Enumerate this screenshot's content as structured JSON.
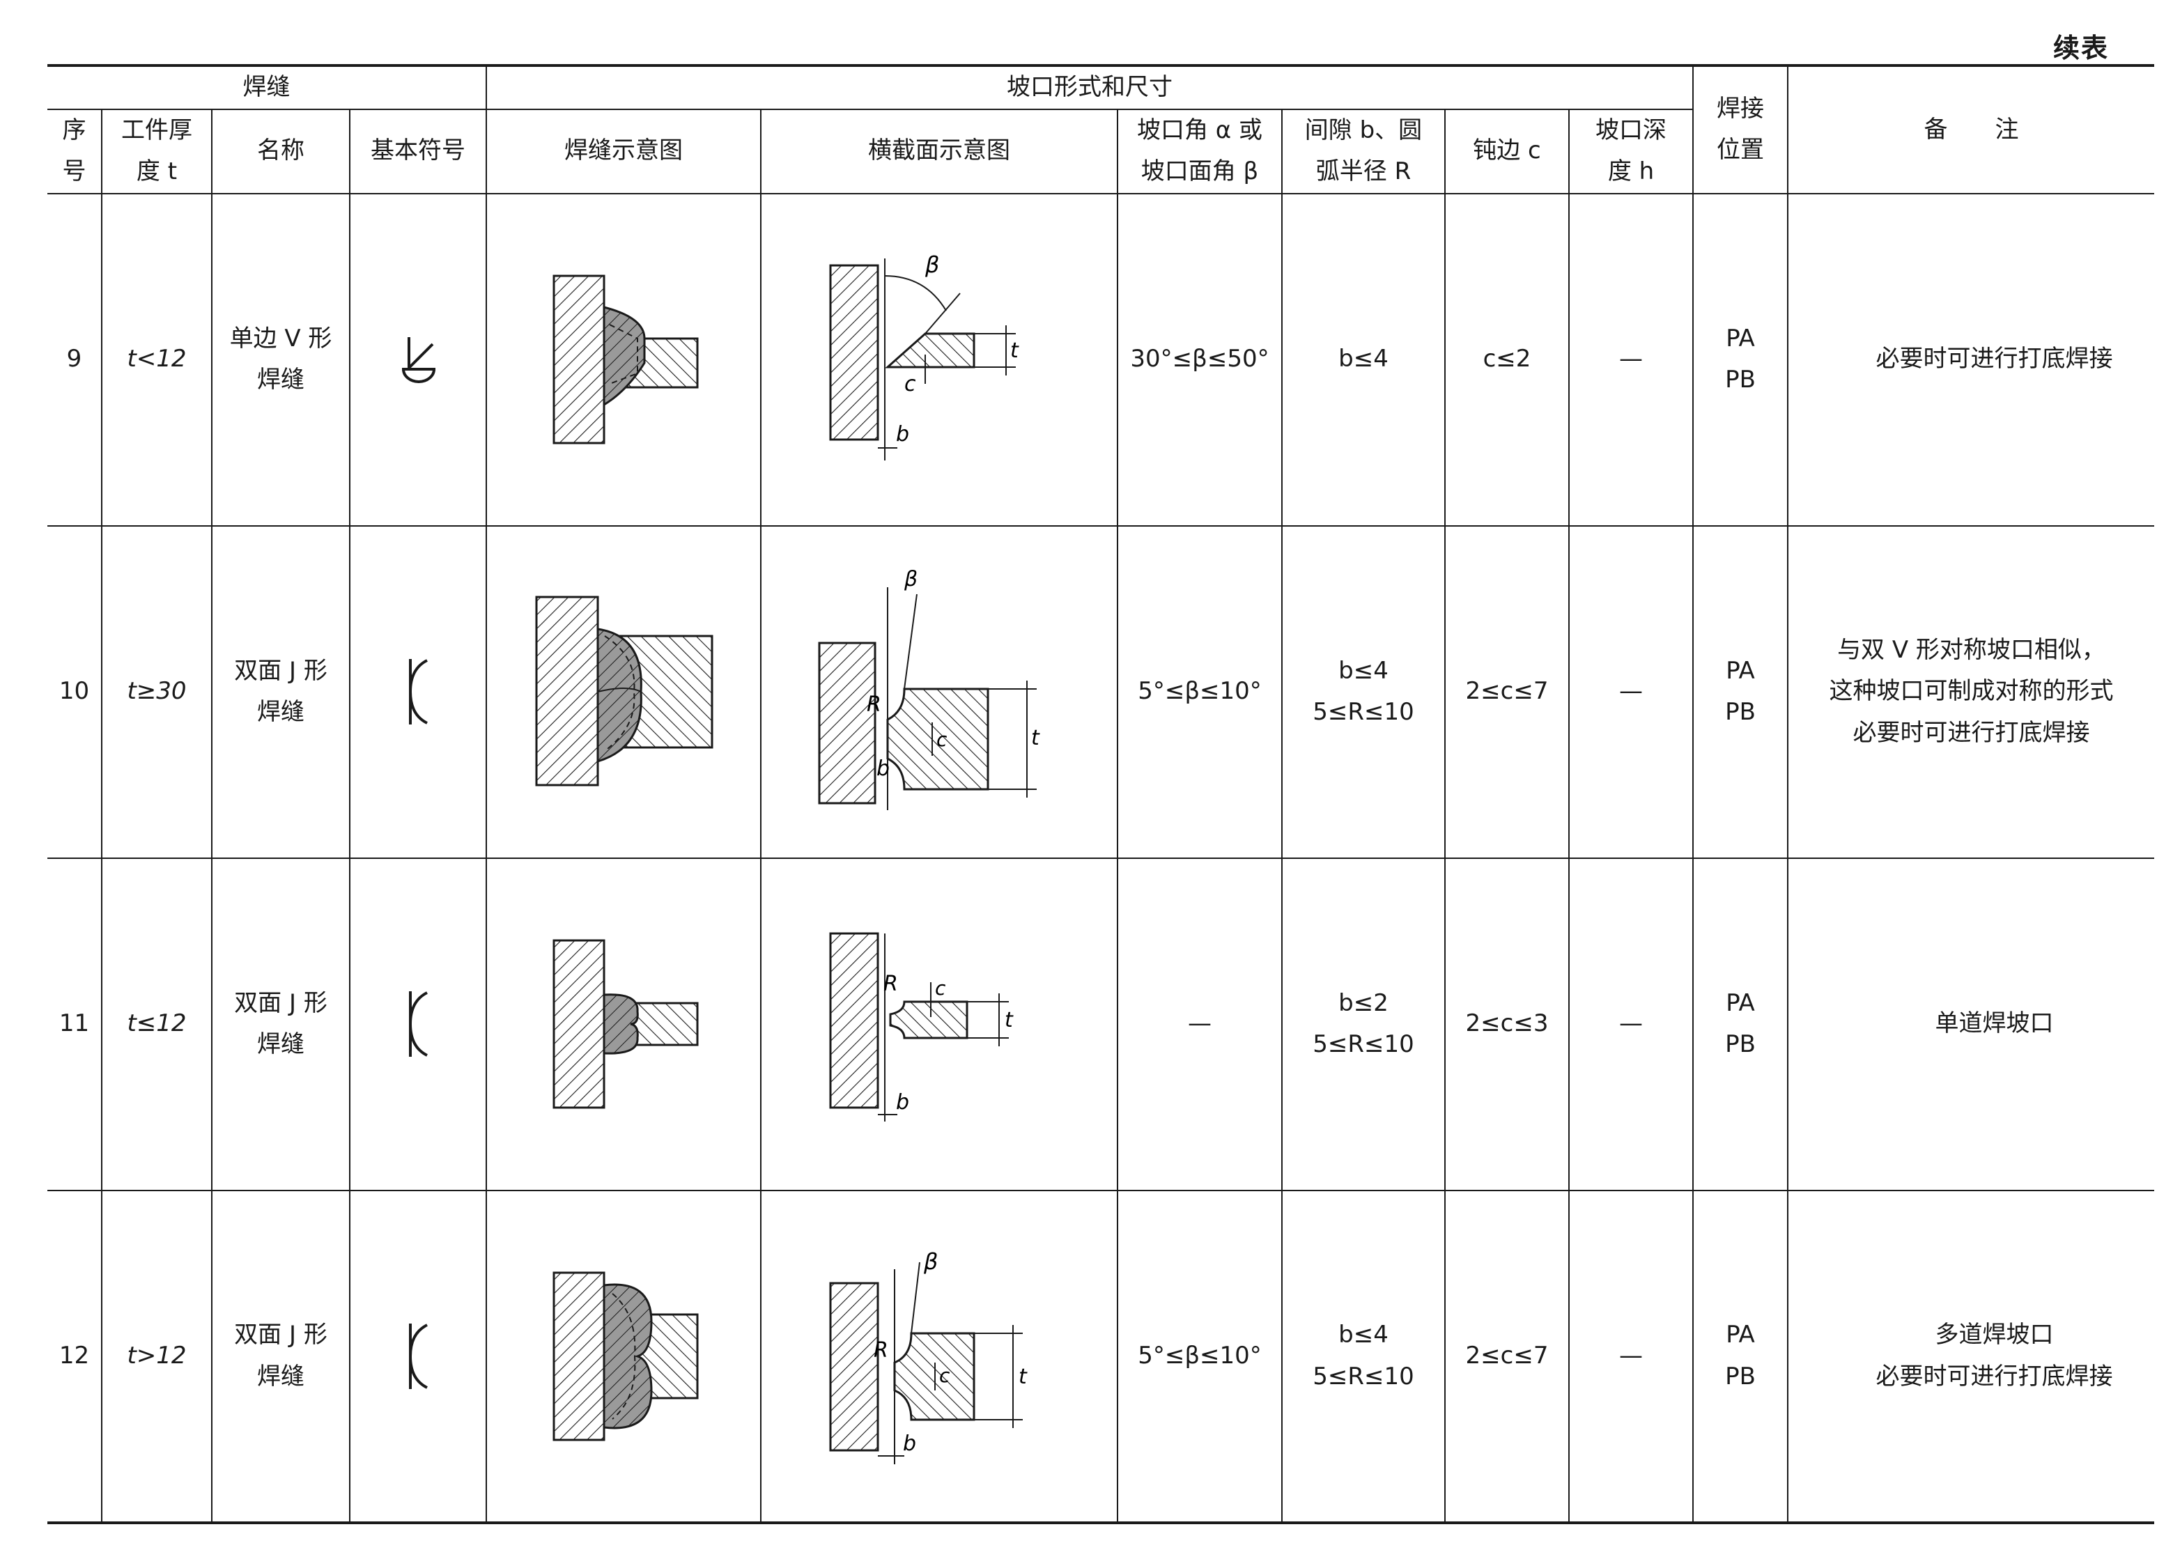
{
  "page": {
    "continued_label": "续表"
  },
  "header": {
    "weld_group": "焊缝",
    "groove_group": "坡口形式和尺寸",
    "seq": [
      "序",
      "号"
    ],
    "thickness": [
      "工件厚",
      "度 t"
    ],
    "name": "名称",
    "symbol": "基本符号",
    "weld_sketch": "焊缝示意图",
    "section_sketch": "横截面示意图",
    "angle": [
      "坡口角 α 或",
      "坡口面角 β"
    ],
    "gap": [
      "间隙 b、圆",
      "弧半径 R"
    ],
    "root_face": "钝边 c",
    "depth": [
      "坡口深",
      "度 h"
    ],
    "position": [
      "焊接",
      "位置"
    ],
    "remarks": "备　　注"
  },
  "rows": [
    {
      "seq": "9",
      "thickness": "t<12",
      "name": [
        "单边 V 形",
        "焊缝"
      ],
      "symbol_icon": "single-bevel-symbol",
      "angle": "30°≤β≤50°",
      "gap": [
        "b≤4"
      ],
      "root_face": "c≤2",
      "depth": "—",
      "position": [
        "PA",
        "PB"
      ],
      "remarks": [
        "必要时可进行打底焊接"
      ],
      "remarks_centered": false,
      "labels": {
        "beta": "β",
        "t": "t",
        "c": "c",
        "b": "b",
        "R": ""
      }
    },
    {
      "seq": "10",
      "thickness": "t≥30",
      "name": [
        "双面 J 形",
        "焊缝"
      ],
      "symbol_icon": "double-j-symbol",
      "angle": "5°≤β≤10°",
      "gap": [
        "b≤4",
        "5≤R≤10"
      ],
      "root_face": "2≤c≤7",
      "depth": "—",
      "position": [
        "PA",
        "PB"
      ],
      "remarks": [
        "与双 V 形对称坡口相似，",
        "这种坡口可制成对称的形式",
        "必要时可进行打底焊接"
      ],
      "remarks_centered": true,
      "labels": {
        "beta": "β",
        "t": "t",
        "c": "c",
        "b": "b",
        "R": "R"
      }
    },
    {
      "seq": "11",
      "thickness": "t≤12",
      "name": [
        "双面 J 形",
        "焊缝"
      ],
      "symbol_icon": "double-j-symbol",
      "angle": "—",
      "gap": [
        "b≤2",
        "5≤R≤10"
      ],
      "root_face": "2≤c≤3",
      "depth": "—",
      "position": [
        "PA",
        "PB"
      ],
      "remarks": [
        "单道焊坡口"
      ],
      "remarks_centered": false,
      "labels": {
        "beta": "",
        "t": "t",
        "c": "c",
        "b": "b",
        "R": "R"
      }
    },
    {
      "seq": "12",
      "thickness": "t>12",
      "name": [
        "双面 J 形",
        "焊缝"
      ],
      "symbol_icon": "double-j-symbol",
      "angle": "5°≤β≤10°",
      "gap": [
        "b≤4",
        "5≤R≤10"
      ],
      "root_face": "2≤c≤7",
      "depth": "—",
      "position": [
        "PA",
        "PB"
      ],
      "remarks": [
        "多道焊坡口",
        "必要时可进行打底焊接"
      ],
      "remarks_centered": false,
      "labels": {
        "beta": "β",
        "t": "t",
        "c": "c",
        "b": "b",
        "R": "R"
      }
    }
  ]
}
